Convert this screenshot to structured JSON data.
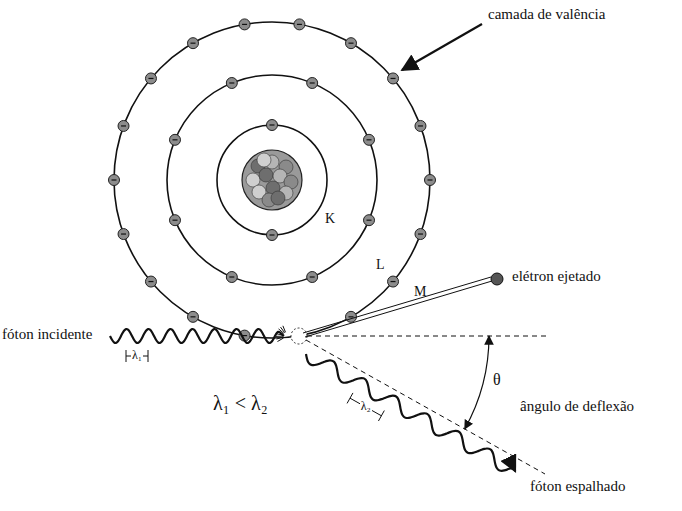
{
  "diagram": {
    "labels": [
      "camada de valência",
      "K",
      "L",
      "M",
      "elétron ejetado",
      "fóton incidente",
      "λ₁",
      "λ₁ < λ₂",
      "λ₂",
      "θ",
      "ângulo de deflexão",
      "fóton espalhado"
    ]
  }
}
